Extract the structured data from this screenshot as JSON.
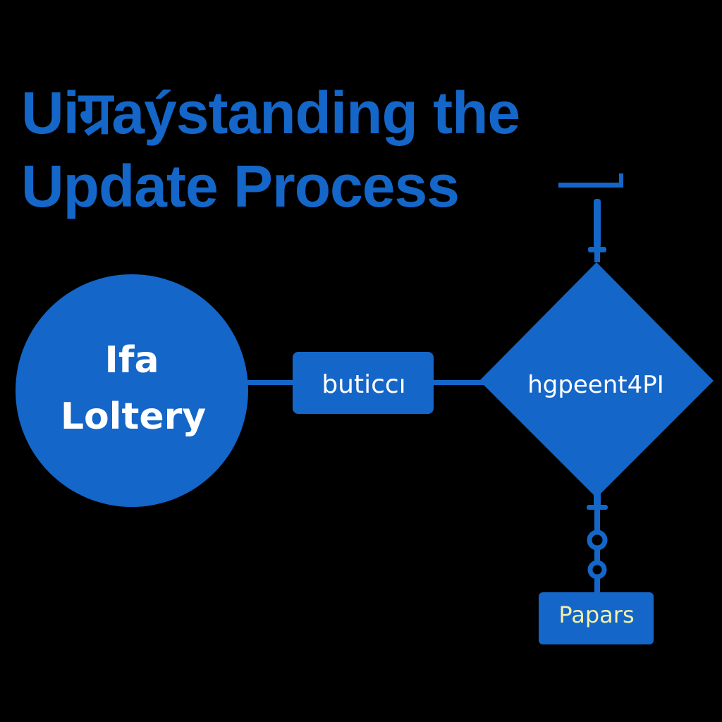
{
  "title": {
    "line1": "Uiग्रaýstanding the",
    "line2": "Update Process"
  },
  "nodes": {
    "start": {
      "line1": "Ifa",
      "line2": "Loltery"
    },
    "process": {
      "label": "buticcı"
    },
    "decision": {
      "label": "hgpeent4PI"
    },
    "output": {
      "label": "Papars"
    }
  },
  "colors": {
    "background": "#000000",
    "primary": "#1466c8",
    "node_text": "#ffffff",
    "output_text": "#f3f0a6"
  }
}
